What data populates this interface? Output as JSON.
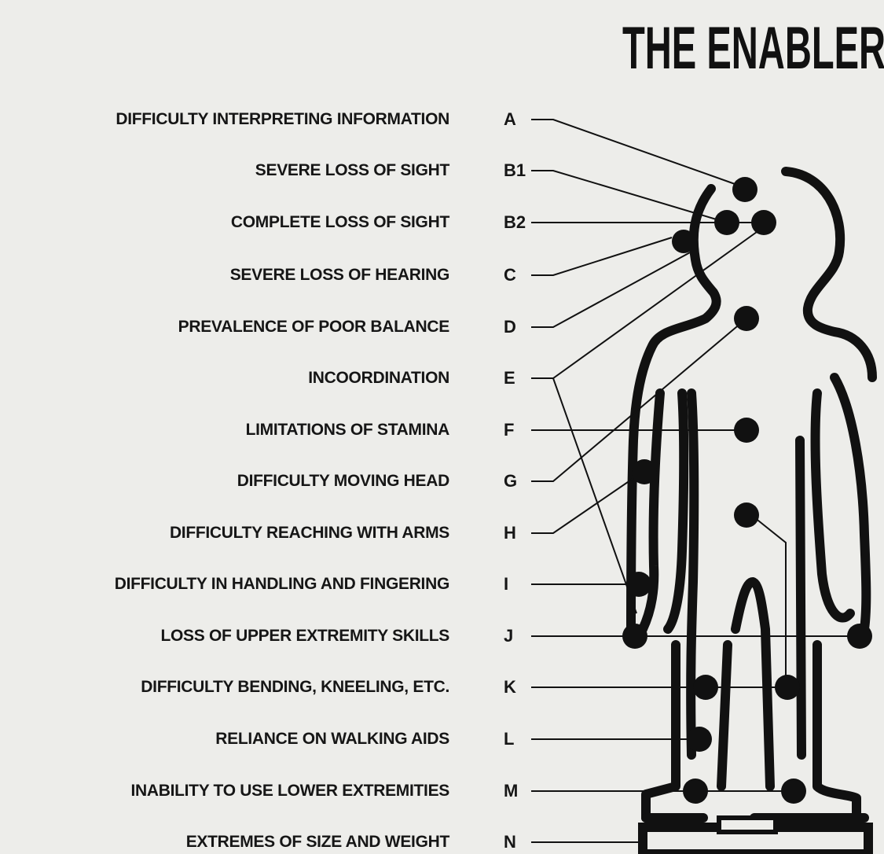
{
  "title": "THE ENABLER",
  "legend": [
    {
      "code": "A",
      "condition": "DIFFICULTY INTERPRETING INFORMATION"
    },
    {
      "code": "B1",
      "condition": "SEVERE LOSS OF SIGHT"
    },
    {
      "code": "B2",
      "condition": "COMPLETE LOSS OF SIGHT"
    },
    {
      "code": "C",
      "condition": "SEVERE  LOSS OF HEARING"
    },
    {
      "code": "D",
      "condition": "PREVALENCE  OF  POOR BALANCE"
    },
    {
      "code": "E",
      "condition": "INCOORDINATION"
    },
    {
      "code": "F",
      "condition": "LIMITATIONS OF  STAMINA"
    },
    {
      "code": "G",
      "condition": "DIFFICULTY MOVING HEAD"
    },
    {
      "code": "H",
      "condition": "DIFFICULTY REACHING WITH ARMS"
    },
    {
      "code": "I",
      "condition": "DIFFICULTY IN HANDLING AND FINGERING"
    },
    {
      "code": "J",
      "condition": "LOSS OF UPPER EXTREMITY SKILLS"
    },
    {
      "code": "K",
      "condition": "DIFFICULTY BENDING, KNEELING,  ETC."
    },
    {
      "code": "L",
      "condition": "RELIANCE ON WALKING  AIDS"
    },
    {
      "code": "M",
      "condition": "INABILITY  TO USE  LOWER EXTREMITIES"
    },
    {
      "code": "N",
      "condition": "EXTREMES OF SIZE AND WEIGHT"
    }
  ],
  "colors": {
    "background": "#ededea",
    "ink": "#111111"
  }
}
